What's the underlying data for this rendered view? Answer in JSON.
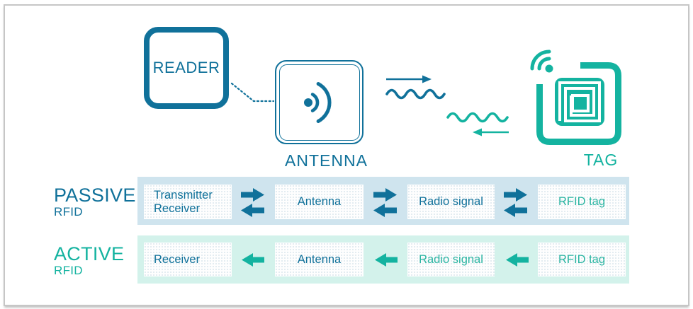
{
  "colors": {
    "dark": "#10719A",
    "teal": "#14B3A0",
    "teal_text": "#2BB5A2",
    "passive_bg": "#CFE4EE",
    "active_bg": "#D3F2EB",
    "box_bg": "#FEFEFE",
    "frame": "#C6C6C6"
  },
  "top_diagram": {
    "reader_label": "READER",
    "antenna_label": "ANTENNA",
    "tag_label": "TAG"
  },
  "passive_row": {
    "title": "PASSIVE",
    "subtitle": "RFID",
    "boxes": [
      {
        "line1": "Transmitter",
        "line2": "Receiver"
      },
      {
        "label": "Antenna"
      },
      {
        "label": "Radio signal"
      },
      {
        "label": "RFID tag"
      }
    ]
  },
  "active_row": {
    "title": "ACTIVE",
    "subtitle": "RFID",
    "boxes": [
      {
        "label": "Receiver"
      },
      {
        "label": "Antenna"
      },
      {
        "label": "Radio signal"
      },
      {
        "label": "RFID tag"
      }
    ]
  }
}
